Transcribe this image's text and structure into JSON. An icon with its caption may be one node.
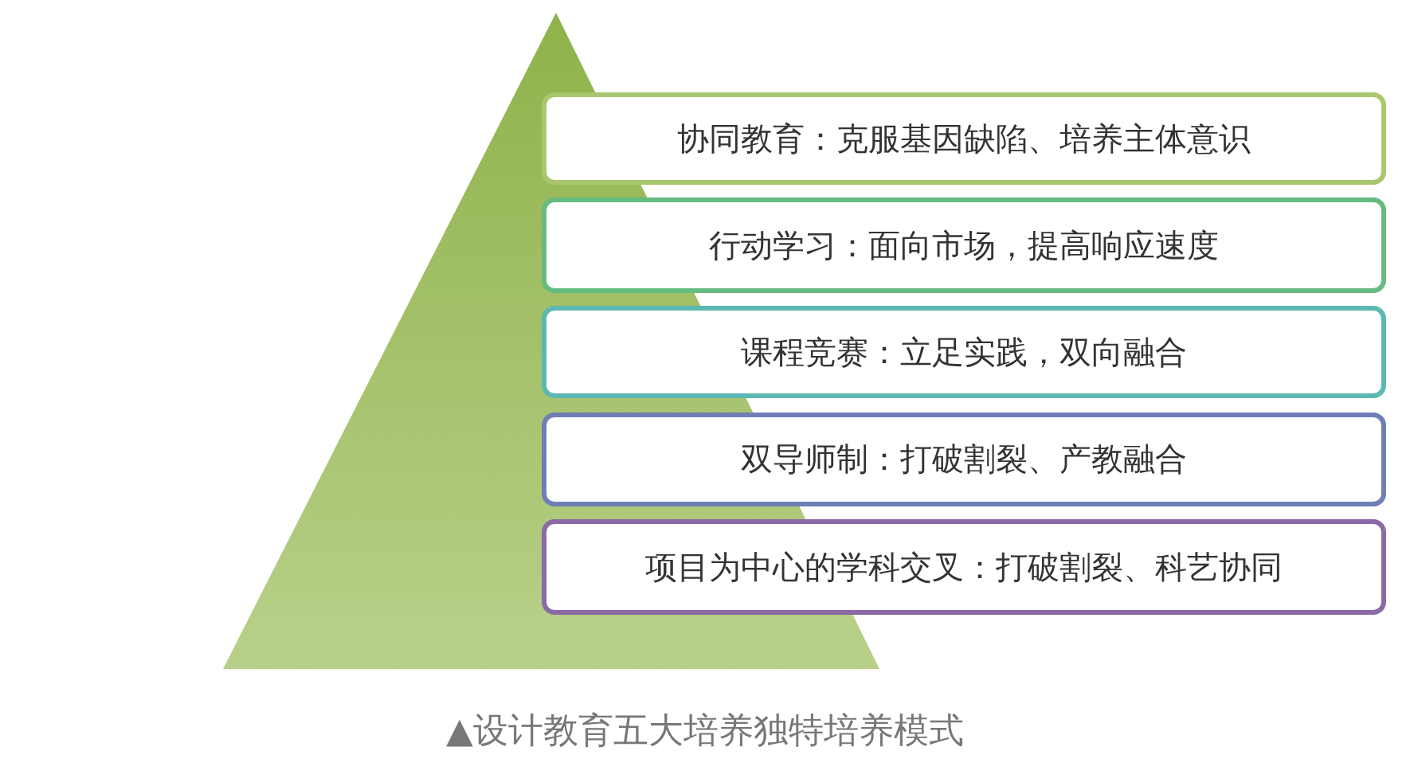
{
  "diagram": {
    "caption": "▲设计教育五大培养独特培养模式",
    "nodes": [
      {
        "text": [
          "协同教育：克服基因缺陷、培养主体意识"
        ]
      },
      {
        "text": [
          "行动学习：面向市场，提高响应速度"
        ]
      },
      {
        "text": [
          "课程竞赛：立足实践，双向融合"
        ]
      },
      {
        "text": [
          "双导师制：打破割裂、产教融合"
        ]
      },
      {
        "text": [
          "项目为中心的学科交叉：打破割裂、科艺协同"
        ]
      }
    ]
  }
}
